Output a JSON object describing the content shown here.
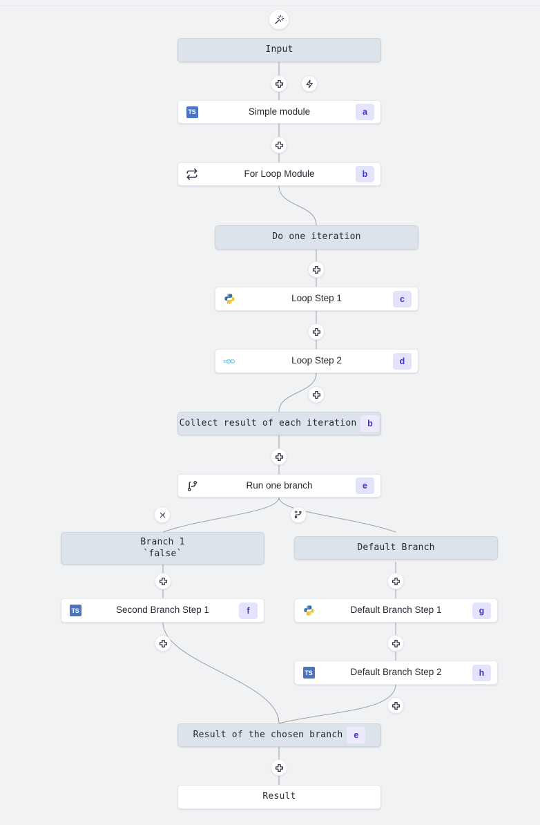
{
  "canvas": {
    "background": "#f1f2f4",
    "edge_color": "#9aa0a8",
    "grey_node_bg": "#dde3ea",
    "badge_bg": "#e4e3fc",
    "badge_fg": "#3b34c4",
    "ts_blue": "#4a74c4",
    "python_blue": "#366f9e",
    "python_yellow": "#f0c13a",
    "go_cyan": "#5fc9e8"
  },
  "header": {
    "trigger_icon": "magic-wand-icon"
  },
  "nodes": {
    "input": {
      "label": "Input"
    },
    "simple_module": {
      "label": "Simple module",
      "badge": "a",
      "lang": "typescript"
    },
    "for_loop_module": {
      "label": "For Loop Module",
      "badge": "b",
      "lang": "loop"
    },
    "do_one_iteration": {
      "label": "Do one iteration"
    },
    "loop_step_1": {
      "label": "Loop Step 1",
      "badge": "c",
      "lang": "python"
    },
    "loop_step_2": {
      "label": "Loop Step 2",
      "badge": "d",
      "lang": "go"
    },
    "collect_result": {
      "label": "Collect result of each iteration",
      "badge": "b"
    },
    "run_one_branch": {
      "label": "Run one branch",
      "badge": "e",
      "lang": "branch"
    },
    "branch_1": {
      "label": "Branch 1\n`false`"
    },
    "default_branch": {
      "label": "Default Branch"
    },
    "second_branch_step_1": {
      "label": "Second Branch Step 1",
      "badge": "f",
      "lang": "typescript"
    },
    "default_branch_step_1": {
      "label": "Default Branch Step 1",
      "badge": "g",
      "lang": "python"
    },
    "default_branch_step_2": {
      "label": "Default Branch Step 2",
      "badge": "h",
      "lang": "typescript"
    },
    "result_of_chosen": {
      "label": "Result of the chosen branch",
      "badge": "e"
    },
    "result": {
      "label": "Result"
    }
  },
  "handles": {
    "add": "plus-icon",
    "trigger": "lightning-icon",
    "delete_branch": "close-icon",
    "add_branch": "add-branch-icon"
  }
}
